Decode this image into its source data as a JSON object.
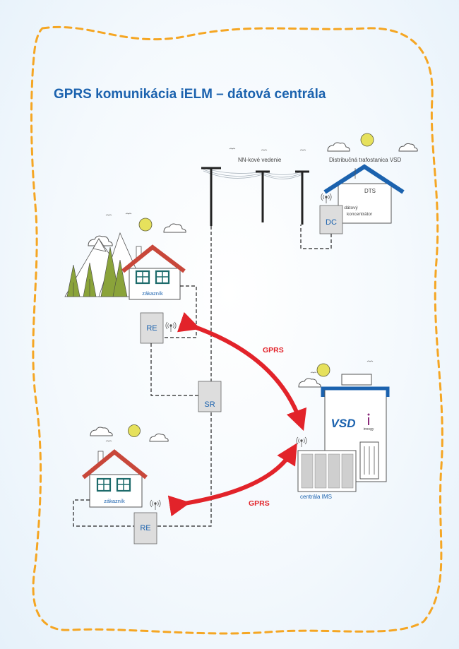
{
  "title": "GPRS komunikácia iELM – dátová centrála",
  "labels": {
    "power_line": "NN-kové vedenie",
    "substation": "Distribučná trafostanica VSD",
    "dts": "DTS",
    "dc": "DC",
    "concentrator_line1": "– dátový",
    "concentrator_line2": "koncentrátor",
    "customer_top": "zákazník",
    "customer_bottom": "zákazník",
    "re_top": "RE",
    "re_bottom": "RE",
    "sr": "SR",
    "gprs_top": "GPRS",
    "gprs_bottom": "GPRS",
    "central": "centrála IMS",
    "vsd_logo": "VSD",
    "innogy": "innogy"
  },
  "colors": {
    "title": "#1b62ae",
    "border": "#f5a623",
    "arrow": "#e2232a",
    "roof_house": "#c8473a",
    "roof_dts": "#1b62ae",
    "window": "#1d6b6b",
    "tree": "#8aa33a",
    "sun": "#e6e15c",
    "device_fill": "#dddddd"
  }
}
